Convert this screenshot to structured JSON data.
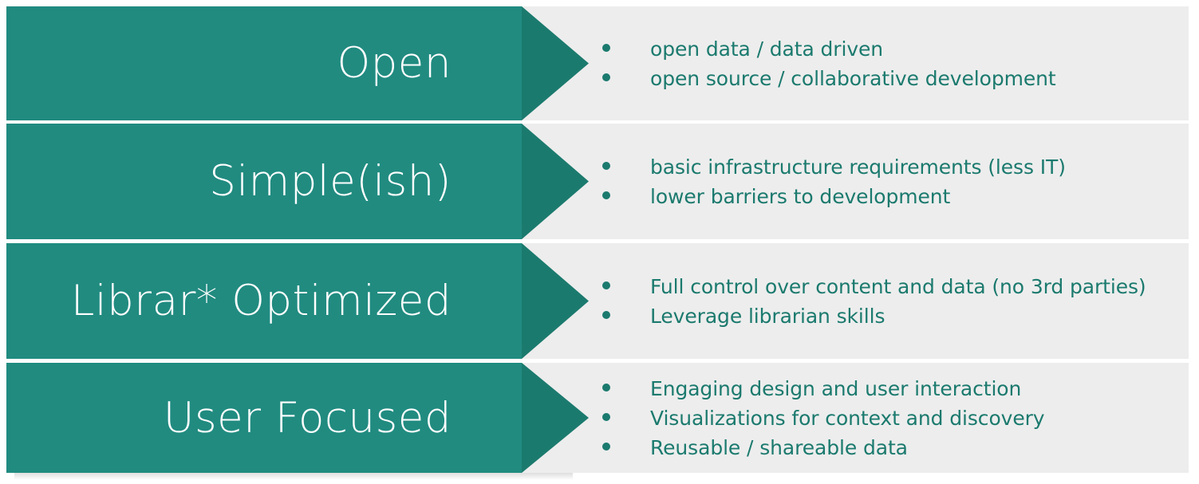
{
  "theme": {
    "chevron_body_color": "#218b80",
    "chevron_head_color": "#1b7a6e",
    "panel_color": "#ededed",
    "page_background": "#ffffff",
    "label_text_color": "#ffffff",
    "bullet_text_color": "#1b7a6e",
    "bullet_dot_color": "#1b7a6e"
  },
  "diagram": {
    "type": "chevron-list",
    "row_count": 4,
    "rows": [
      {
        "label": "Open",
        "bullets": [
          "open data / data driven",
          "open source / collaborative development"
        ]
      },
      {
        "label": "Simple(ish)",
        "bullets": [
          "basic infrastructure requirements (less IT)",
          "lower barriers to development"
        ]
      },
      {
        "label": "Librar* Optimized",
        "bullets": [
          "Full control over content and data (no 3rd parties)",
          "Leverage librarian skills"
        ]
      },
      {
        "label": "User Focused",
        "bullets": [
          "Engaging design and user interaction",
          "Visualizations for context and discovery",
          "Reusable / shareable data"
        ]
      }
    ]
  }
}
